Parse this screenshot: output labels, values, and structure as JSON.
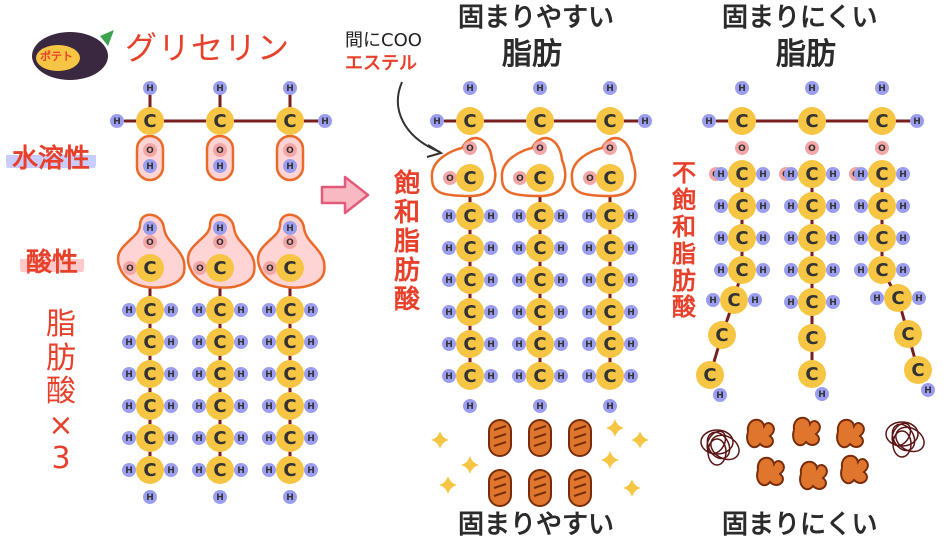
{
  "left": {
    "logo_text": "ポテト",
    "glycerin": "グリセリン",
    "water_soluble": "水溶性",
    "acidic": "酸性",
    "fatty_acid_x3": "脂肪酸×3"
  },
  "middle": {
    "title_line1": "固まりやすい",
    "title_line2": "脂肪",
    "annotation_line1": "間にCOO",
    "annotation_line2": "エステル",
    "side_label": "飽和脂肪酸",
    "bottom_label": "固まりやすい"
  },
  "right": {
    "title_line1": "固まりにくい",
    "title_line2": "脂肪",
    "side_label": "不飽和脂肪酸",
    "bottom_label": "固まりにくい"
  },
  "atoms": {
    "carbon": "C",
    "hydrogen": "H",
    "oxygen": "O"
  },
  "colors": {
    "carbon": "#f6c544",
    "hydrogen": "#9b9ef0",
    "oxygen": "#f3a6a6",
    "bond": "#7a1f1f",
    "accent": "#e8412b",
    "outline": "#ea6a2a"
  },
  "icons": [
    "eggplant-icon",
    "arrow-right-icon",
    "sparkle-icon",
    "solid-fat-icon",
    "liquid-fat-icon",
    "tangle-icon"
  ]
}
